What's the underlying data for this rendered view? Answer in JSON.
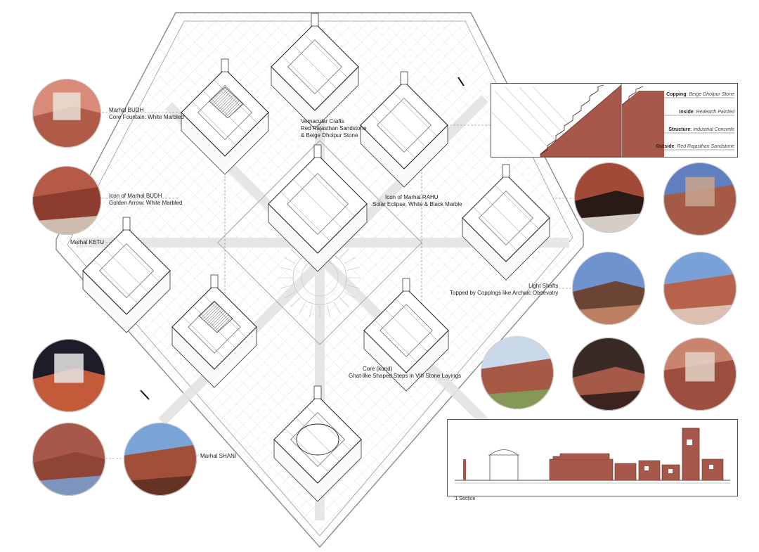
{
  "labels": {
    "budh_title": "Marhal BUDH",
    "budh_sub": "Core Fountain: White Marbled",
    "crafts_1": "Vernacular Crafts",
    "crafts_2": "Red Rajasthan Sandstone",
    "crafts_3": "& Beige Dholpur Stone",
    "icon_budh_1": "Icon of Marhal BUDH",
    "icon_budh_2": "Golden Arrow: White Marbled",
    "icon_rahu_1": "Icon of Marhal RAHU",
    "icon_rahu_2": "Solar Eclipse, White & Black Marble",
    "ketu": "Marhal KETU",
    "light_1": "Light Shafts",
    "light_2": "Topped by Coppings like Archaic Obsevatry",
    "core_1": "Core (kund)",
    "core_2": "Ghat-like Shaped Steps in VIII Stone Layings",
    "shani": "Marhal SHANI"
  },
  "materials": [
    {
      "key": "Copping",
      "value": "Beige Dholpur Stone"
    },
    {
      "key": "Inside",
      "value": "Redearth Painted"
    },
    {
      "key": "Structure",
      "value": "Industrial Concrete"
    },
    {
      "key": "Outside",
      "value": "Red Rajasthan Sandstone"
    }
  ],
  "section_caption": "'1 Section",
  "colors": {
    "sandstone": "#a8584a",
    "sandstone_dark": "#7d3a2f",
    "line": "#6b6b6b",
    "grid": "#c9c9c9",
    "sky": "#6f8fc8"
  },
  "photos": [
    {
      "name": "photo-courtyard-budh"
    },
    {
      "name": "photo-wall-seating"
    },
    {
      "name": "photo-solar-eclipse"
    },
    {
      "name": "photo-wall-top"
    },
    {
      "name": "photo-light-shaft"
    },
    {
      "name": "photo-copping-cutout"
    },
    {
      "name": "photo-mural-face"
    },
    {
      "name": "photo-amphitheatre"
    },
    {
      "name": "photo-steps"
    },
    {
      "name": "photo-stone-slabs"
    },
    {
      "name": "photo-wall-courtyard"
    },
    {
      "name": "photo-tower-block"
    }
  ]
}
